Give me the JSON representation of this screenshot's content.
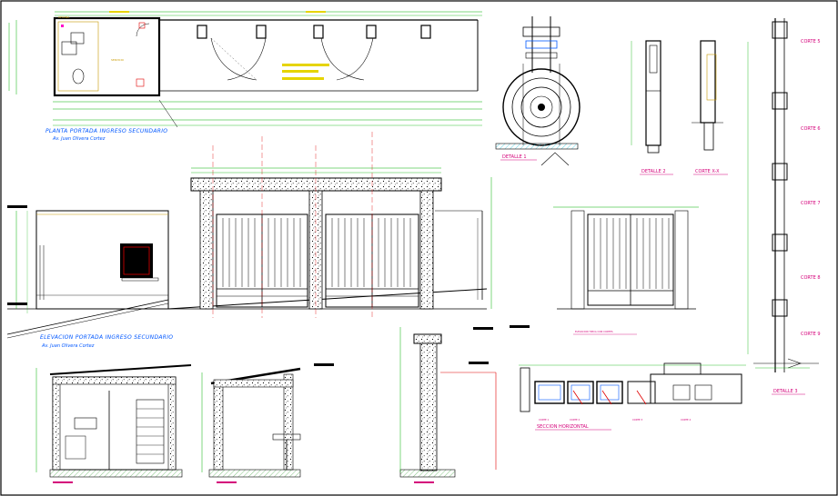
{
  "sheet": {
    "colors": {
      "line": "#000000",
      "yellow": "#d9c400",
      "cyan": "#00b8d4",
      "magenta": "#d4007a",
      "green": "#00b000",
      "red": "#e00000",
      "title_blue": "#0057ff",
      "background": "#ffffff"
    }
  },
  "plan": {
    "title": "PLANTA PORTADA INGRESO SECUNDARIO",
    "address": "Av. Juan Olivera Cortez"
  },
  "elevation": {
    "title": "ELEVACION PORTADA INGRESO SECUNDARIO",
    "address": "Av. Juan Olivera Cortez"
  },
  "details": {
    "detalle_1": "DETALLE 1",
    "detalle_2": "DETALLE 2",
    "detalle_3": "DETALLE 3",
    "corte_xx": "CORTE X-X"
  },
  "cortes_side": [
    "CORTE 5",
    "CORTE 6",
    "CORTE 7",
    "CORTE 8",
    "CORTE 9"
  ],
  "horizontal": {
    "title": "SECCION HORIZONTAL",
    "labels": [
      "CORTE 1",
      "CORTE 2",
      "CORTE 3",
      "CORTE 4"
    ]
  },
  "gate_small_caption": "ELEVACION TIPICA CON CORTES"
}
